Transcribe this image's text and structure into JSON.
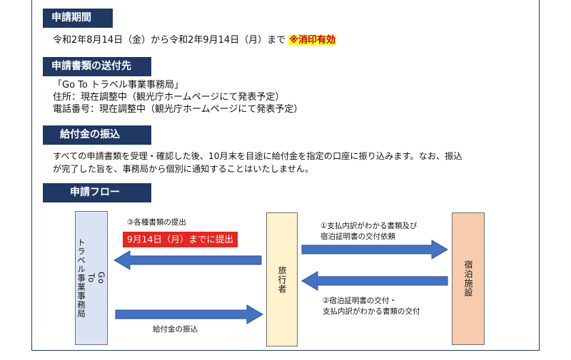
{
  "sections": {
    "period": {
      "heading": "申請期間",
      "text": "令和2年8月14日（金）から令和2年9月14日（月）まで",
      "highlight": "※消印有効"
    },
    "destination": {
      "heading": "申請書類の送付先",
      "lines": [
        "「Go To トラベル事業事務局」",
        "住所：現在調整中（観光庁ホームページにて発表予定）",
        "電話番号：現在調整中（観光庁ホームページにて発表予定）"
      ]
    },
    "transfer": {
      "heading": "給付金の振込",
      "lines": [
        "すべての申請書類を受理・確認した後、10月末を目途に給付金を指定の口座に振り込みます。なお、振込",
        "が完了した旨を、事務局から個別に通知することはいたしません。"
      ]
    },
    "flow": {
      "heading": "申請フロー",
      "boxes": {
        "office": "Go\nTo\nトラベル事業事務局",
        "traveler": "旅行者",
        "facility": "宿泊施設"
      },
      "labels": {
        "submit": "③各種書類の提出",
        "deadline": "9月14日（月）までに提出",
        "payment": "給付金の振込",
        "request_1": "①支払内訳がわかる書類及び",
        "request_2": "宿泊証明書の交付依頼",
        "issue_1": "②宿泊証明書の交付・",
        "issue_2": "支払内訳がわかる書類の交付"
      }
    }
  },
  "colors": {
    "header_bg": "#1f3864",
    "arrow": "#4472c4",
    "office_box": "#dae3f3",
    "traveler_box": "#fff2cc",
    "facility_box": "#f8cbad",
    "deadline_bg": "#e8251f",
    "highlight_bg": "#ffff33"
  }
}
